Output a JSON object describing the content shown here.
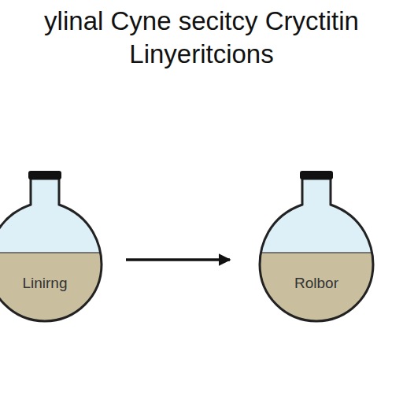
{
  "diagram": {
    "title": "ylinal Cyne secitcy Cryctitin Linyeritcions",
    "nodes": [
      {
        "text": [
          "Linirng"
        ]
      },
      {
        "text": [
          "Rolbor"
        ]
      }
    ],
    "edges": [
      {
        "from": 0,
        "to": 1,
        "arrow": "to"
      }
    ]
  }
}
